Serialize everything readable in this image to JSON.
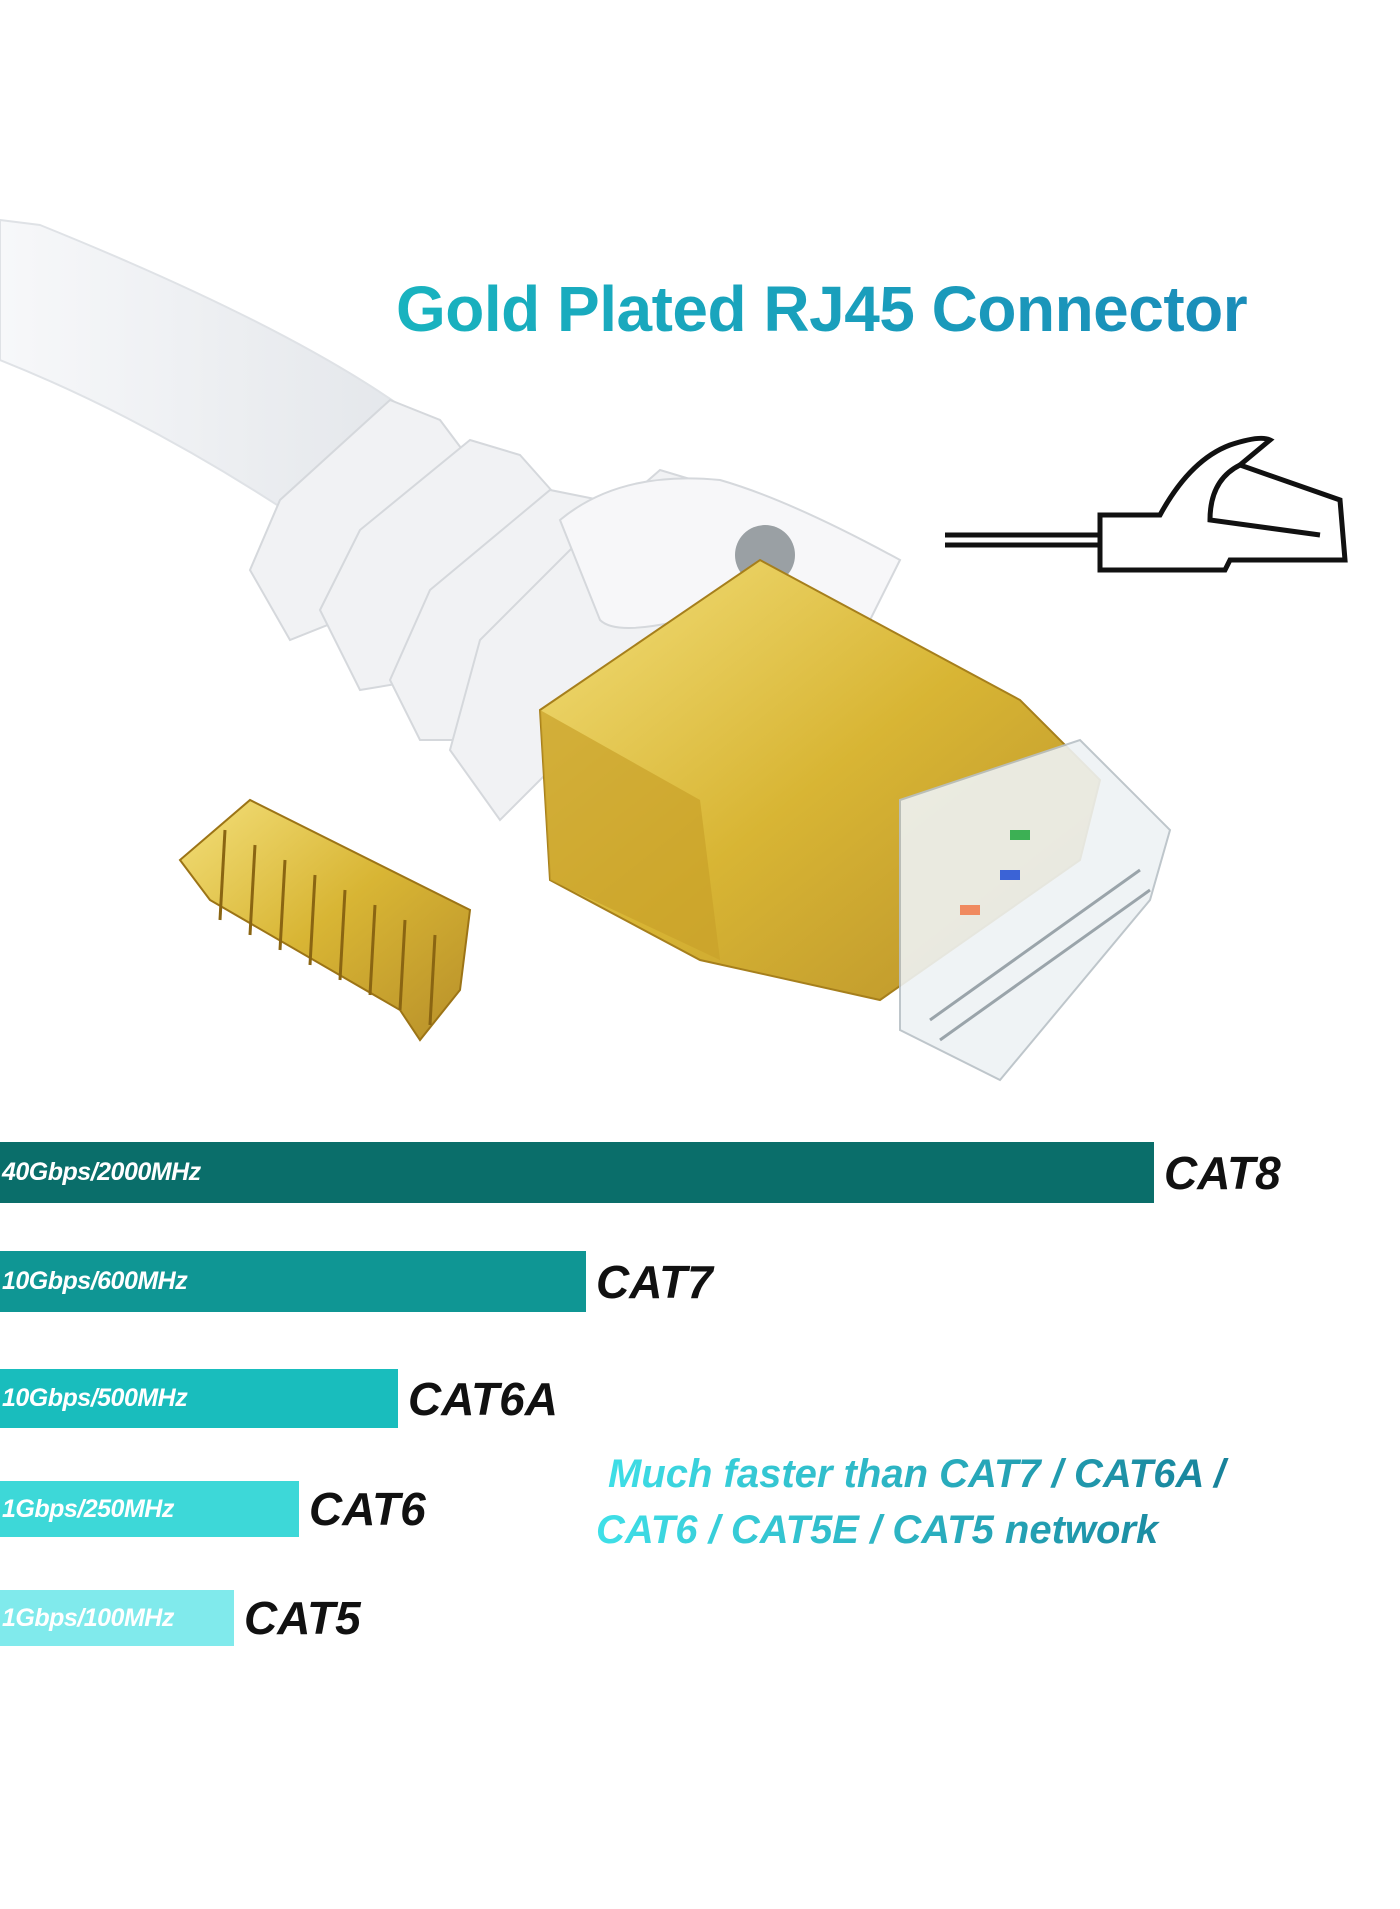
{
  "title": "Gold Plated RJ45 Connector",
  "bars": [
    {
      "category": "CAT8",
      "spec": "40Gbps/2000MHz",
      "color": "#0a6e6a"
    },
    {
      "category": "CAT7",
      "spec": "10Gbps/600MHz",
      "color": "#0f9694"
    },
    {
      "category": "CAT6A",
      "spec": "10Gbps/500MHz",
      "color": "#19bdbd"
    },
    {
      "category": "CAT6",
      "spec": "1Gbps/250MHz",
      "color": "#3dd8d8"
    },
    {
      "category": "CAT5",
      "spec": "1Gbps/100MHz",
      "color": "#80eaec"
    }
  ],
  "slogan": {
    "line1": "Much faster than CAT7 / CAT6A /",
    "line2": "CAT6 / CAT5E / CAT5 network"
  },
  "icons": [
    "rj45-plug-outline-icon"
  ],
  "colors": {
    "accent": "#19b3bf",
    "gold": "#d9b83a"
  }
}
